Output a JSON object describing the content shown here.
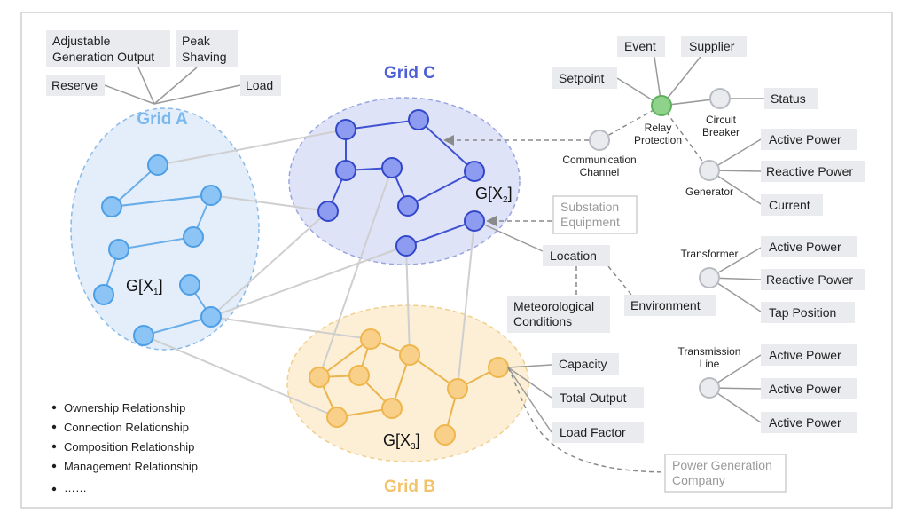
{
  "colors": {
    "grid_a": "#7ab8ee",
    "grid_b": "#f2c36a",
    "grid_c": "#4d5fd6",
    "relay": "#8fd28c",
    "tag_bg": "#e9ebee"
  },
  "grids": {
    "a": {
      "title": "Grid A",
      "graph": "G[X",
      "sub": "1",
      "close": "]"
    },
    "b": {
      "title": "Grid B",
      "graph": "G[X",
      "sub": "3",
      "close": "]"
    },
    "c": {
      "title": "Grid C",
      "graph": "G[X",
      "sub": "2",
      "close": "]"
    }
  },
  "grid_a_tags": {
    "adjustable": [
      "Adjustable",
      "Generation Output"
    ],
    "peak": [
      "Peak",
      "Shaving"
    ],
    "reserve": "Reserve",
    "load": "Load"
  },
  "relay": {
    "event": "Event",
    "supplier": "Supplier",
    "setpoint": "Setpoint",
    "status": "Status",
    "relay_label": [
      "Relay",
      "Protection"
    ],
    "breaker_label": [
      "Circuit",
      "Breaker"
    ],
    "comm_label": [
      "Communication",
      "Channel"
    ],
    "generator_label": "Generator",
    "gen_active": "Active Power",
    "gen_reactive": "Reactive Power",
    "gen_current": "Current"
  },
  "substation": [
    "Substation",
    "Equipment"
  ],
  "environment": {
    "location": "Location",
    "meteo": [
      "Meteorological",
      "Conditions"
    ],
    "environment": "Environment"
  },
  "transformer": {
    "label": "Transformer",
    "active": "Active Power",
    "reactive": "Reactive Power",
    "tap": "Tap Position"
  },
  "transmission": {
    "label": [
      "Transmission",
      "Line"
    ],
    "p1": "Active Power",
    "p2": "Active Power",
    "p3": "Active Power"
  },
  "grid_b_tags": {
    "capacity": "Capacity",
    "total_output": "Total Output",
    "load_factor": "Load Factor",
    "company": [
      "Power Generation",
      "Company"
    ]
  },
  "legend": [
    "Ownership Relationship",
    "Connection Relationship",
    "Composition Relationship",
    "Management Relationship",
    "……"
  ]
}
